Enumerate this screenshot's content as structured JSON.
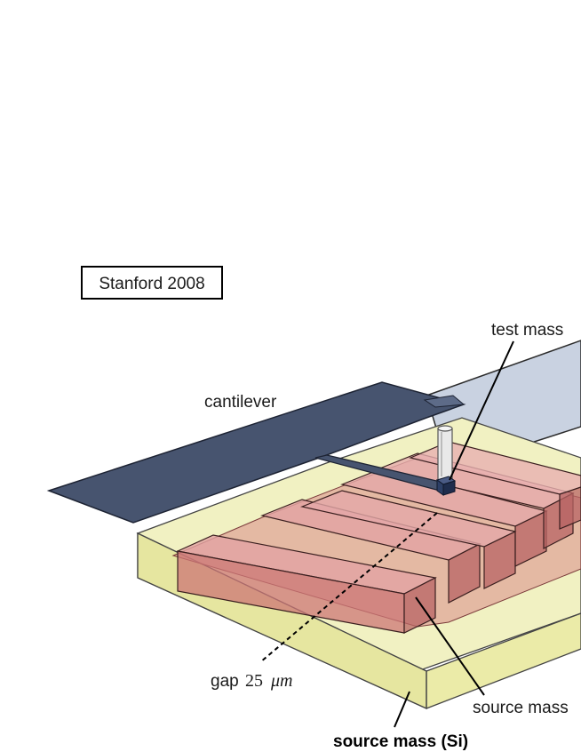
{
  "title_box": "Stanford 2008",
  "labels": {
    "test_mass": "test mass",
    "cantilever": "cantilever",
    "gap_prefix": "gap",
    "gap_value": "25",
    "gap_unit": "μm",
    "source_mass_right": "source mass",
    "source_mass_si": "source mass (Si)"
  },
  "colors": {
    "cantilever": "#47546f",
    "top_plate": "#c9d2e1",
    "substrate": "#eeeeb8",
    "source_mass": "#d98585",
    "test_mass": "#2d3f66"
  }
}
